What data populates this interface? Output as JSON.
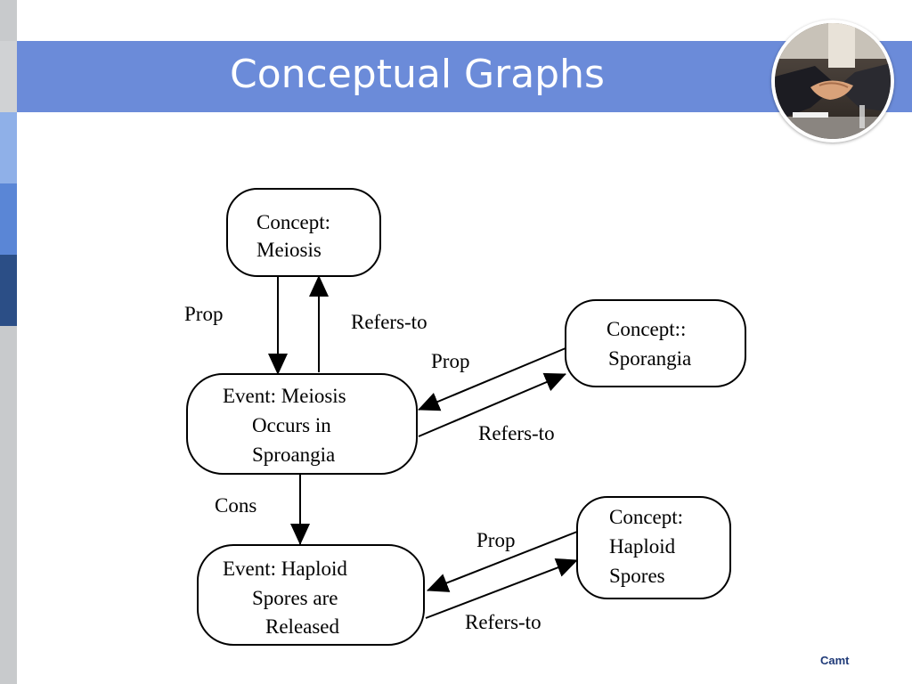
{
  "slide": {
    "title": "Conceptual Graphs",
    "footer": "Camt"
  },
  "colors": {
    "header_band": "#6b8bd9",
    "title_text": "#ffffff",
    "side_bar": [
      "#d0d2d4",
      "#8fb0e8",
      "#5a86d6",
      "#2b4e86"
    ]
  },
  "photo": {
    "icon": "handshake-photo"
  },
  "diagram": {
    "nodes": {
      "meiosis": [
        "Concept:",
        "Meiosis"
      ],
      "event_meiosis": [
        "Event: Meiosis",
        "Occurs in",
        "Sproangia"
      ],
      "sporangia": [
        "Concept::",
        "Sporangia"
      ],
      "event_haploid": [
        "Event: Haploid",
        "Spores are",
        "Released"
      ],
      "haploid": [
        "Concept:",
        "Haploid",
        "Spores"
      ]
    },
    "edges": {
      "meiosis_prop": "Prop",
      "meiosis_refers": "Refers-to",
      "sporangia_prop": "Prop",
      "sporangia_refers": "Refers-to",
      "cons": "Cons",
      "haploid_prop": "Prop",
      "haploid_refers": "Refers-to"
    }
  }
}
